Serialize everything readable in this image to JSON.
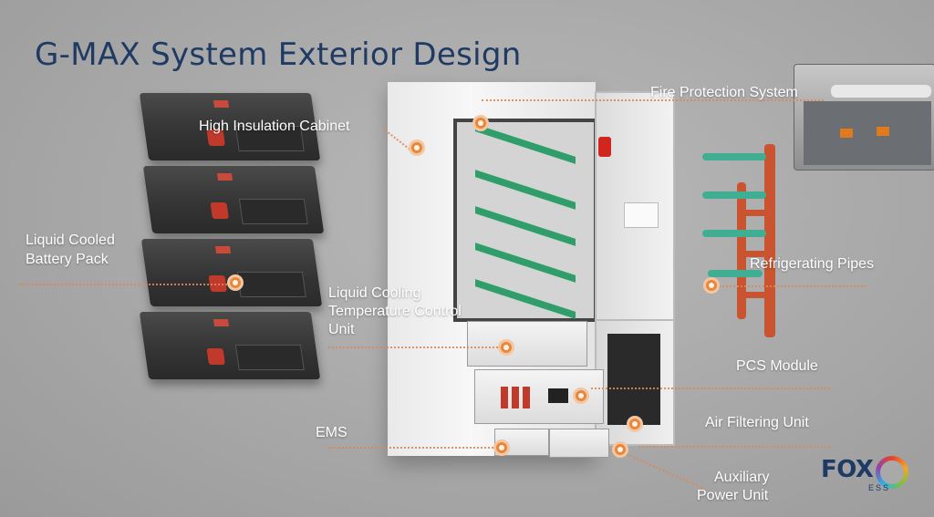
{
  "title": "G-MAX System Exterior Design",
  "labels": {
    "high_insulation": "High Insulation Cabinet",
    "liquid_cooled_1": "Liquid Cooled",
    "liquid_cooled_2": "Battery Pack",
    "liquid_cooling_1": "Liquid Cooling",
    "liquid_cooling_2": "Temperature Control",
    "liquid_cooling_3": "Unit",
    "ems": "EMS",
    "fire_protection": "Fire Protection System",
    "refrigerating": "Refrigerating Pipes",
    "pcs": "PCS Module",
    "air_filtering": "Air Filtering Unit",
    "aux_1": "Auxiliary",
    "aux_2": "Power Unit"
  },
  "logo": {
    "main": "FOX",
    "sub": "ESS"
  },
  "colors": {
    "title": "#1f3a63",
    "accent": "#e8873c",
    "pipe_orange": "#c9542f",
    "pipe_green": "#3fae93"
  }
}
